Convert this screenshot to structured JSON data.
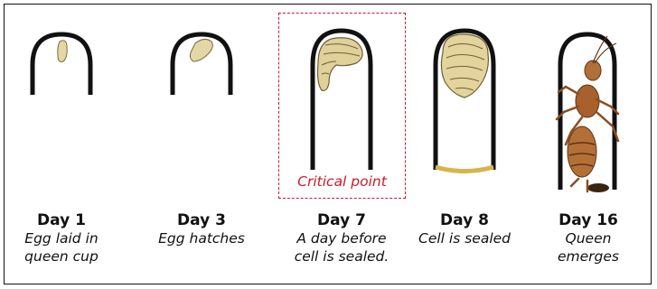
{
  "callout": {
    "label": "Critical point",
    "color": "#cc1a2a"
  },
  "stages": [
    {
      "day": "Day 1",
      "line1": "Egg laid in",
      "line2": "queen cup"
    },
    {
      "day": "Day 3",
      "line1": "Egg hatches",
      "line2": ""
    },
    {
      "day": "Day 7",
      "line1": "A day before",
      "line2": "cell is sealed."
    },
    {
      "day": "Day 8",
      "line1": "Cell is sealed",
      "line2": ""
    },
    {
      "day": "Day 16",
      "line1": "Queen",
      "line2": "emerges"
    }
  ]
}
